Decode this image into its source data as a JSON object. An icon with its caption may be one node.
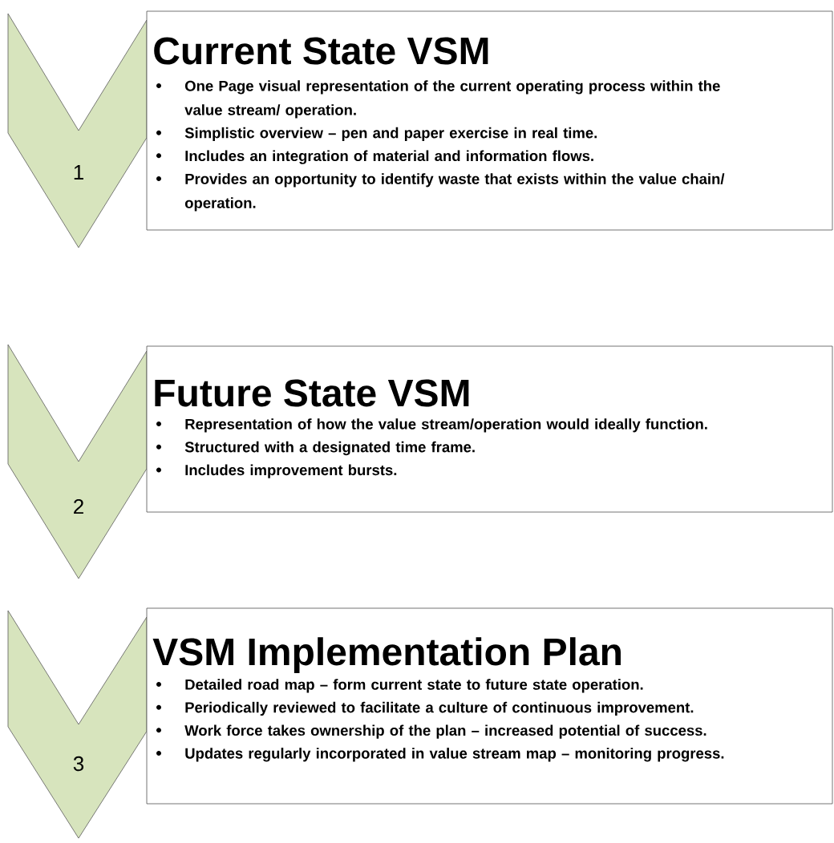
{
  "diagram": {
    "nodes": [
      {
        "text": [
          "1"
        ]
      },
      {
        "text": [
          "Current State VSM",
          "One Page visual representation of the current operating process within the value stream/ operation.",
          "Simplistic overview – pen and paper exercise in real time.",
          "Includes an integration of material and information flows.",
          "Provides an opportunity to identify waste that exists within the value chain/ operation."
        ]
      },
      {
        "text": [
          "2"
        ]
      },
      {
        "text": [
          "Future State VSM",
          "Representation of how the value stream/operation would ideally function.",
          "Structured with a designated time frame.",
          "Includes improvement bursts."
        ]
      },
      {
        "text": [
          "3"
        ]
      },
      {
        "text": [
          "VSM Implementation Plan",
          "Detailed road map – form current state to future state operation.",
          "Periodically reviewed to facilitate a culture of continuous improvement.",
          "Work force takes ownership of the plan – increased potential of success.",
          "Updates regularly incorporated in value stream map – monitoring progress."
        ]
      }
    ]
  }
}
